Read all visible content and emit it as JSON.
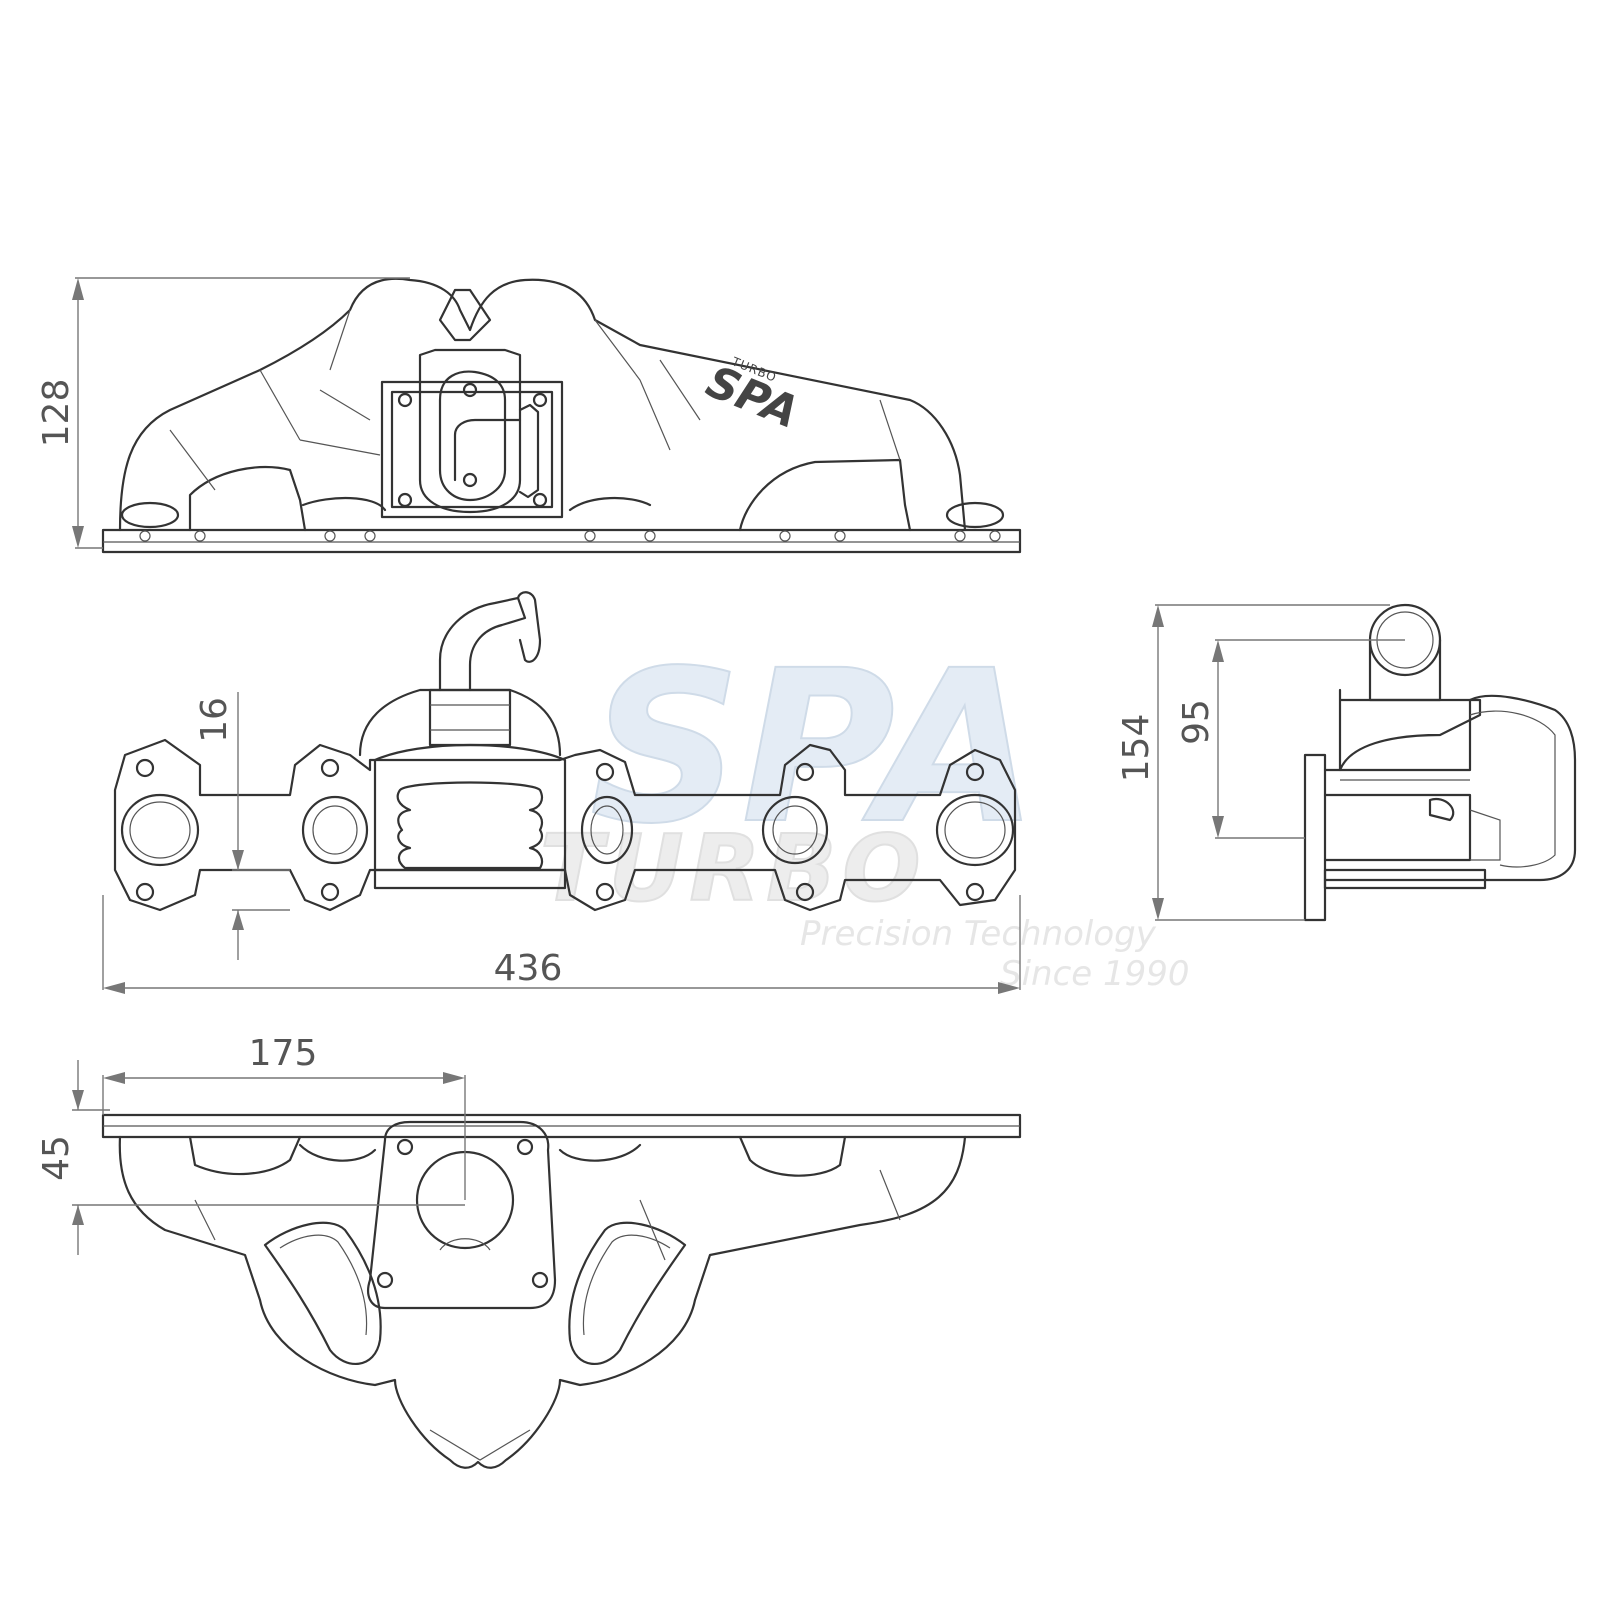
{
  "watermark": {
    "brand": "SPA",
    "line2": "TURBO",
    "tagline": "Precision Technology",
    "since": "Since 1990"
  },
  "part_logo": {
    "brand": "SPA",
    "sub": "TURBO"
  },
  "dimensions": {
    "top_height": "128",
    "flange_offset": "16",
    "overall_length": "436",
    "side_height": "154",
    "side_outlet_height": "95",
    "bottom_offset": "175",
    "bottom_depth": "45"
  },
  "colors": {
    "line": "#333333",
    "dimension": "#777777",
    "watermark_blue": "#e4ecf5",
    "watermark_grey": "#ededed"
  }
}
